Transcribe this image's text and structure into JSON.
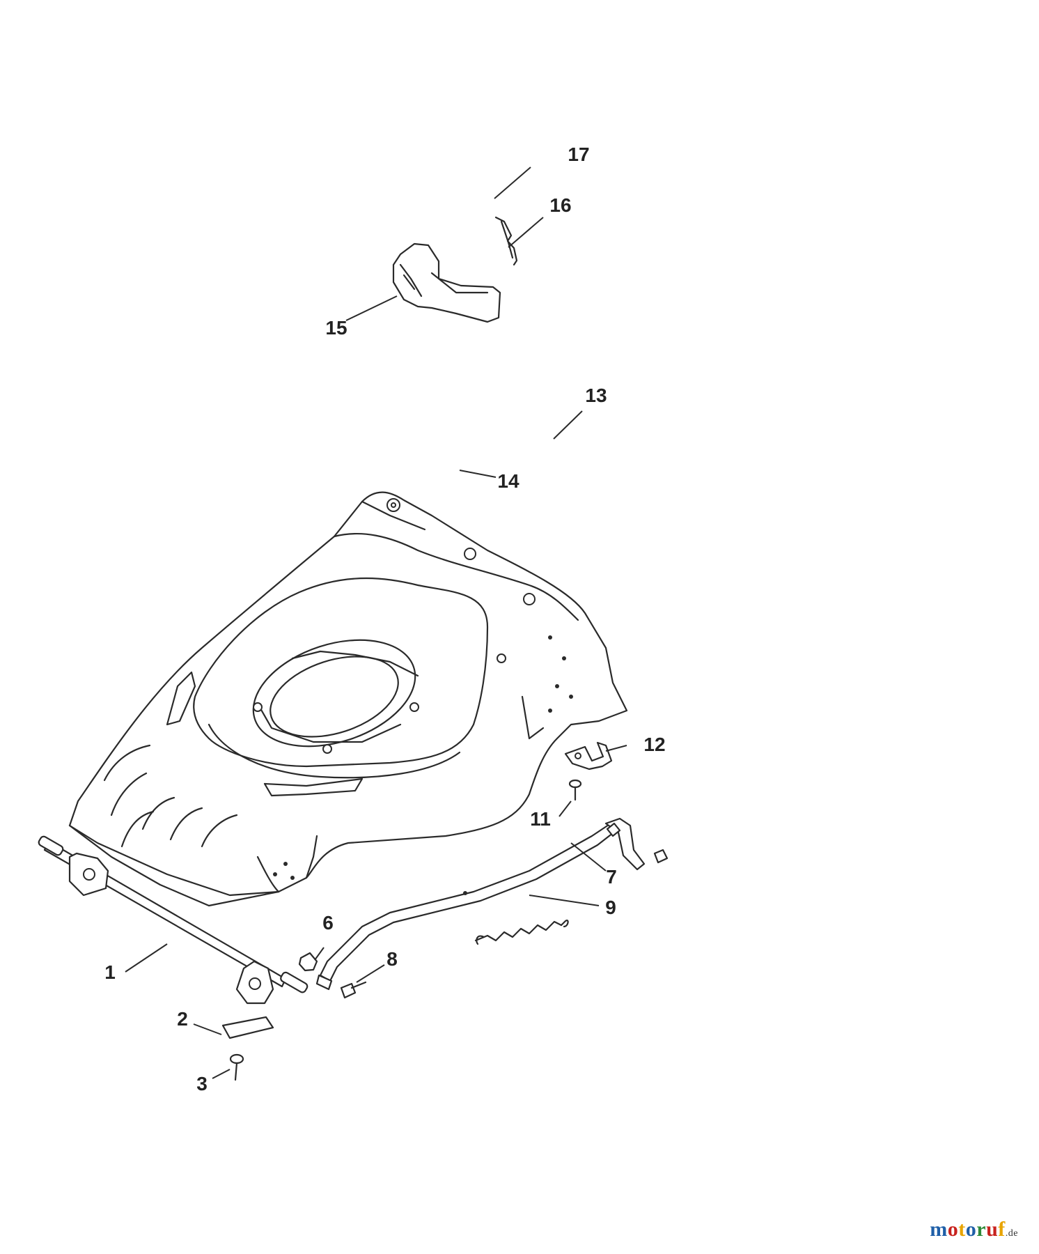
{
  "diagram": {
    "callouts": [
      "1",
      "2",
      "3",
      "6",
      "7",
      "8",
      "9",
      "11",
      "12",
      "13",
      "14",
      "15",
      "16",
      "17"
    ]
  },
  "brand": {
    "letters": [
      "m",
      "o",
      "t",
      "o",
      "r",
      "u",
      "f"
    ],
    "colors": [
      "#1f5fa8",
      "#c8221e",
      "#e8a400",
      "#1f5fa8",
      "#2e8b3a",
      "#c8221e",
      "#e8a400"
    ],
    "tld": ".de"
  }
}
